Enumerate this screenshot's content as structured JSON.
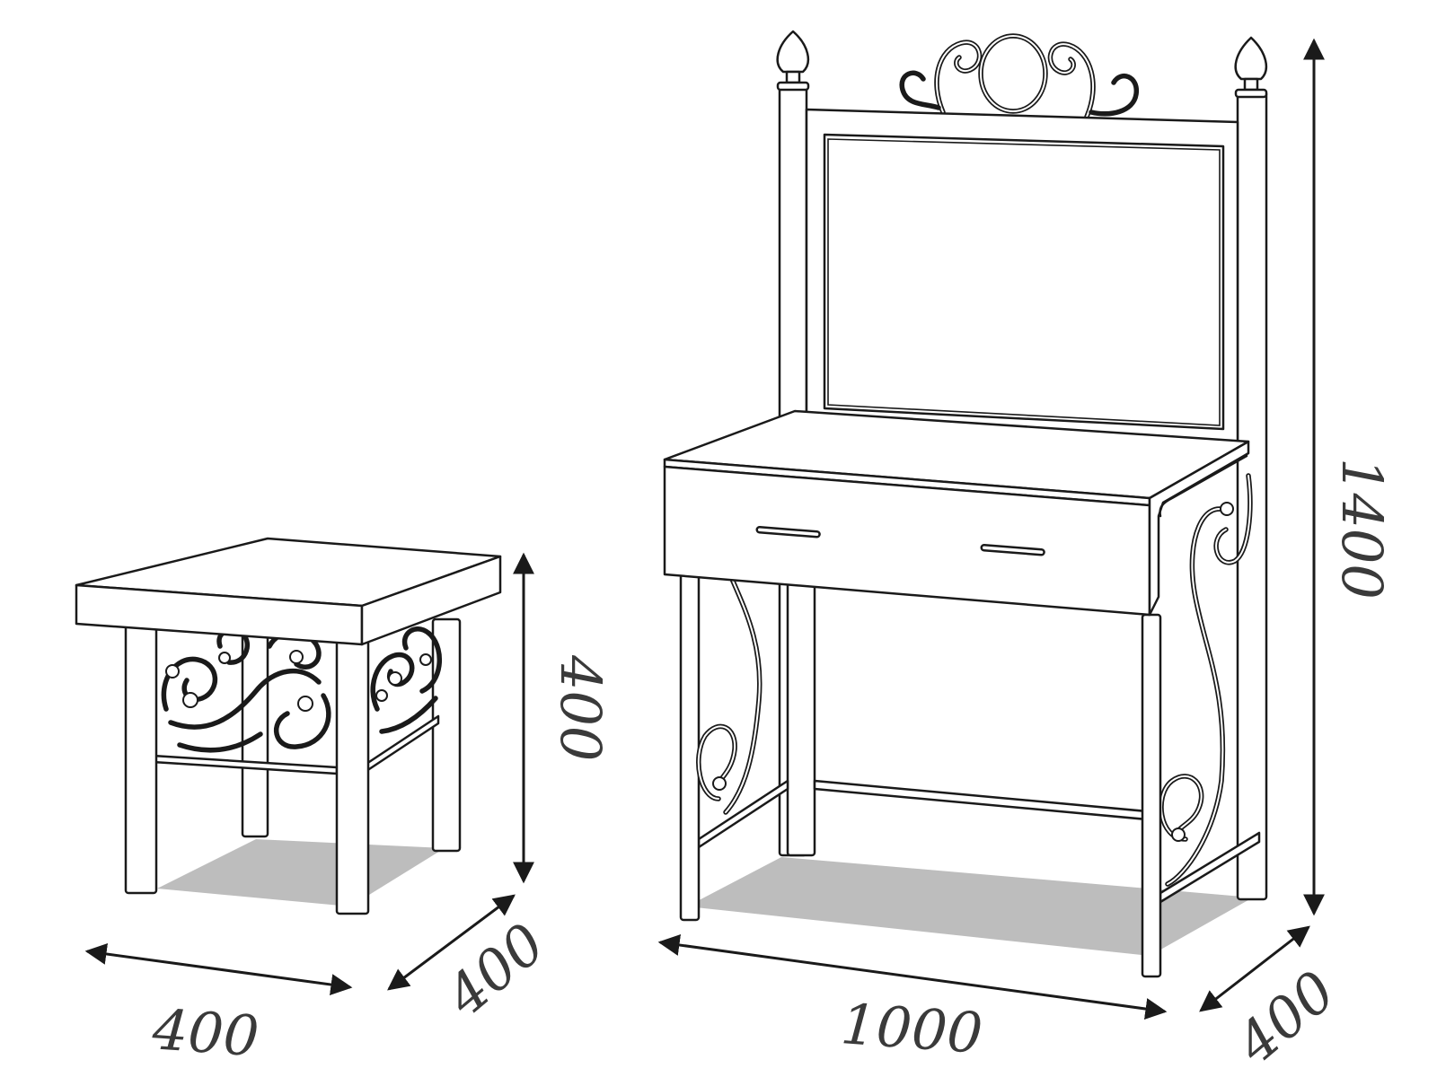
{
  "stool": {
    "width_label": "400",
    "depth_label": "400",
    "height_label": "400"
  },
  "vanity": {
    "width_label": "1000",
    "depth_label": "400",
    "height_label": "1400"
  },
  "colors": {
    "line": "#1a1a1a",
    "shadow": "#bdbdbd",
    "label": "#3a3a3a"
  }
}
